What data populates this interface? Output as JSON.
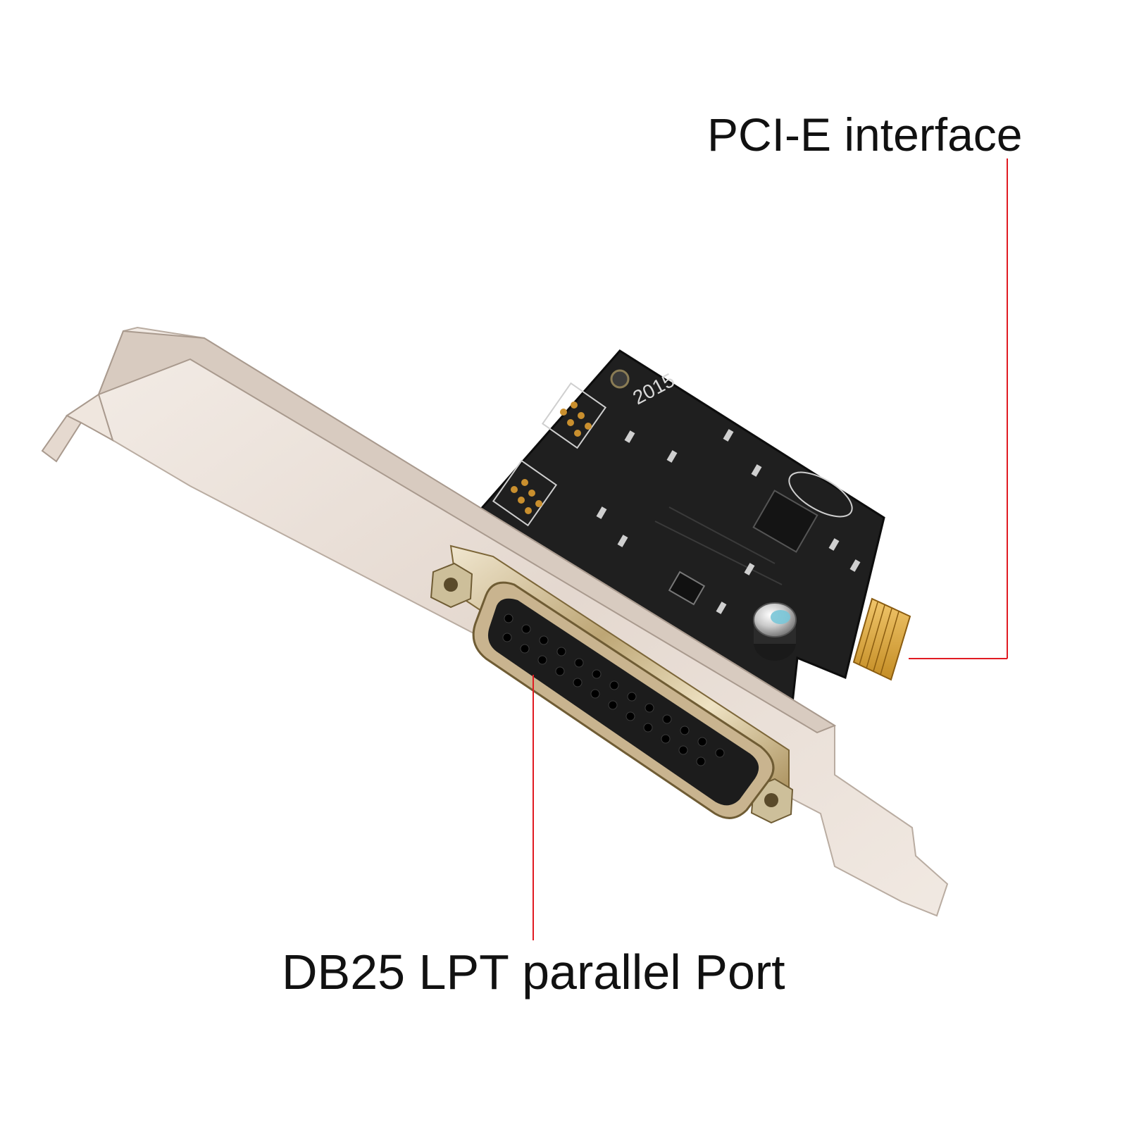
{
  "labels": {
    "pcie": "PCI-E interface",
    "db25": "DB25 LPT parallel Port"
  },
  "board_silk": {
    "year": "2015"
  },
  "colors": {
    "leader_line": "#e11b22",
    "pcb": "#1c1c1c",
    "bracket": "#e6dbd2",
    "gold_contacts": "#d8a63a",
    "connector_shell": "#c9b48f"
  },
  "icons": {
    "pcie_callout": "red-leader-line",
    "db25_callout": "red-leader-line"
  }
}
